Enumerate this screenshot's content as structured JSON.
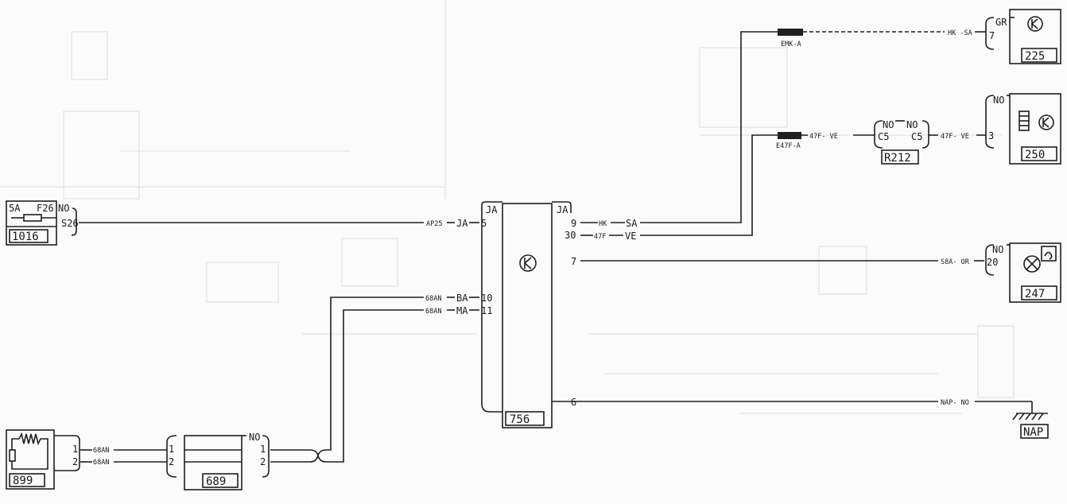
{
  "components": {
    "c756": {
      "id": "756",
      "left_conn": "JA",
      "right_conn": "JA",
      "pins_left": [
        "5",
        "10",
        "11"
      ],
      "pins_right": [
        "9",
        "30",
        "7",
        "6"
      ]
    },
    "c1016": {
      "id": "1016",
      "fuse_rating": "5A",
      "fuse_id": "F26",
      "wire_color": "NO",
      "pin": "S26"
    },
    "c899": {
      "id": "899",
      "pins": [
        "1",
        "2"
      ]
    },
    "c689": {
      "id": "689",
      "pins_left": [
        "1",
        "2"
      ],
      "pins_right": [
        "1",
        "2"
      ],
      "conn": "NO"
    },
    "c225": {
      "id": "225",
      "conn": "GR",
      "pin": "7"
    },
    "c250": {
      "id": "250",
      "conn": "NO",
      "pin": "3"
    },
    "c247": {
      "id": "247",
      "conn": "NO",
      "pin": "20"
    },
    "r212": {
      "id": "R212",
      "conn_left": "NO",
      "conn_right": "NO",
      "pin_left": "C5",
      "pin_right": "C5"
    },
    "nap": {
      "id": "NAP"
    }
  },
  "wires": {
    "ap25": "AP25",
    "ja": "JA",
    "w68an_1": "68AN",
    "ba": "BA",
    "w68an_2": "68AN",
    "ma": "MA",
    "hk": "HK",
    "sa": "SA",
    "w47f": "47F",
    "ve": "VE",
    "hk_sa": "HK -SA",
    "w47f_ve_a": "47F- VE",
    "w47f_ve_b": "47F- VE",
    "s8a_or": "S8A- OR",
    "nap_no": "NAP- NO",
    "w68an_899_1": "68AN",
    "w68an_899_2": "68AN"
  },
  "splices": {
    "emk": "EMK-A",
    "e47f": "E47F-A"
  }
}
